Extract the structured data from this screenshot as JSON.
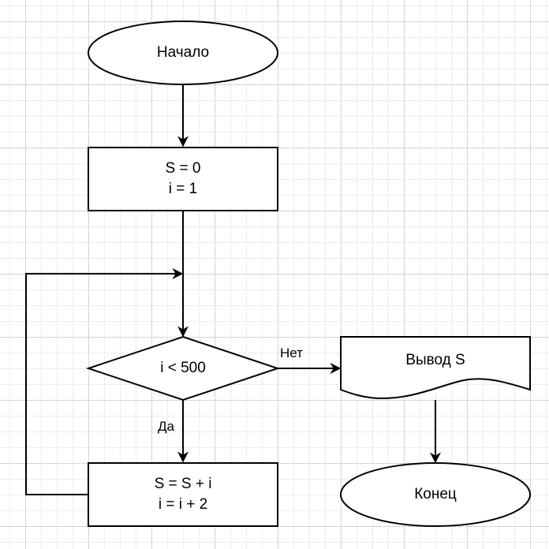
{
  "diagram": {
    "title": "",
    "nodes": {
      "start": {
        "type": "terminator",
        "text": "Начало"
      },
      "init": {
        "type": "process",
        "line1": "S = 0",
        "line2": "i = 1"
      },
      "condition": {
        "type": "decision",
        "text": "i < 500"
      },
      "body": {
        "type": "process",
        "line1": "S = S + i",
        "line2": "i = i + 2"
      },
      "output": {
        "type": "document",
        "text": "Вывод S"
      },
      "end": {
        "type": "terminator",
        "text": "Конец"
      }
    },
    "edges": [
      {
        "from": "start",
        "to": "init",
        "label": ""
      },
      {
        "from": "init",
        "to": "condition",
        "label": ""
      },
      {
        "from": "condition",
        "to": "body",
        "label": "Да"
      },
      {
        "from": "body",
        "to": "condition",
        "label": "",
        "kind": "loop-back"
      },
      {
        "from": "condition",
        "to": "output",
        "label": "Нет"
      },
      {
        "from": "output",
        "to": "end",
        "label": ""
      }
    ]
  }
}
